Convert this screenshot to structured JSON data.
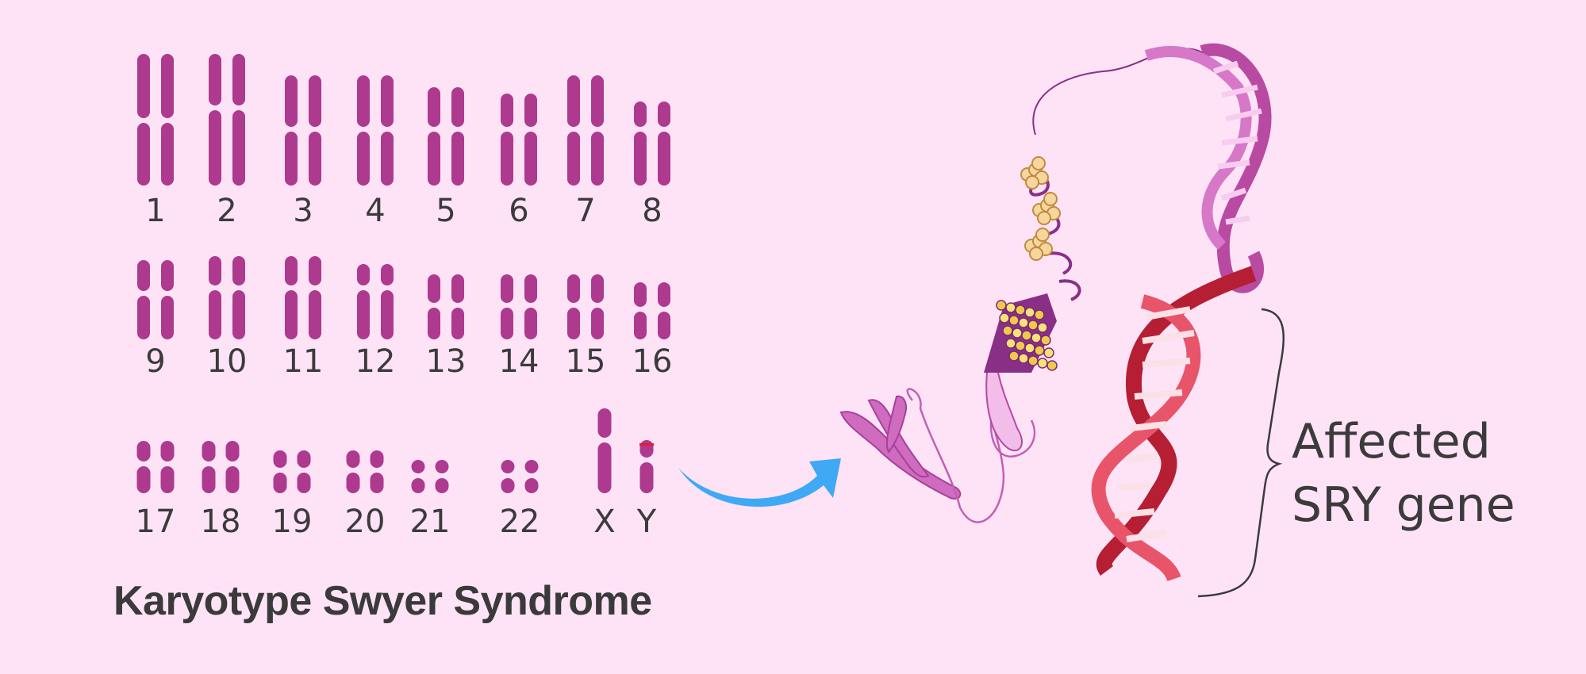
{
  "title": "Karyotype Swyer Syndrome",
  "annotation": {
    "line1": "Affected",
    "line2": "SRY gene"
  },
  "colors": {
    "background": "#fee3f7",
    "chromosome": "#ad3a8e",
    "arrow": "#3fa9f5",
    "dna_upper": "#c75ab0",
    "dna_lower": "#c4233a",
    "sry_mark": "#e8173c",
    "text": "#3b3b3b"
  },
  "chromosome_labels": [
    "1",
    "2",
    "3",
    "4",
    "5",
    "6",
    "7",
    "8",
    "9",
    "10",
    "11",
    "12",
    "13",
    "14",
    "15",
    "16",
    "17",
    "18",
    "19",
    "20",
    "21",
    "22",
    "X",
    "Y"
  ]
}
